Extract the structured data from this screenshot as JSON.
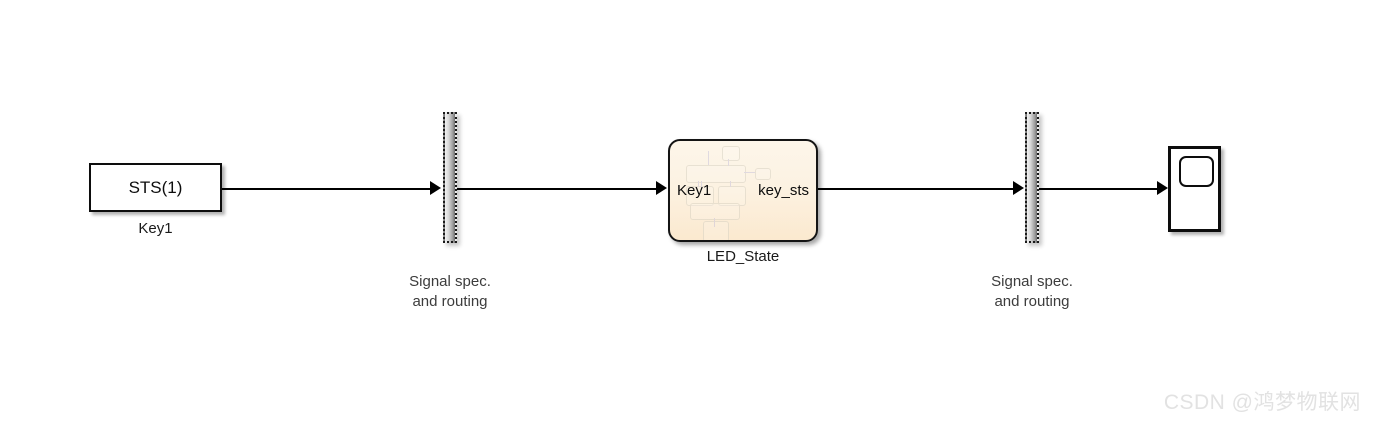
{
  "diagram": {
    "type": "simulink-block-diagram",
    "background_color": "#ffffff",
    "blocks": [
      {
        "id": "source",
        "kind": "source-block",
        "text": "STS(1)",
        "label": "Key1",
        "border_color": "#0d0d0d",
        "fill_color": "#ffffff"
      },
      {
        "id": "routing_left",
        "kind": "signal-routing-bar",
        "label_line1": "Signal spec.",
        "label_line2": "and routing",
        "fill": "gradient-gray"
      },
      {
        "id": "chart",
        "kind": "stateflow-chart",
        "label": "LED_State",
        "input_port": "Key1",
        "output_port": "key_sts",
        "fill_color": "#fbecd6",
        "border_color": "#141414"
      },
      {
        "id": "routing_right",
        "kind": "signal-routing-bar",
        "label_line1": "Signal spec.",
        "label_line2": "and routing",
        "fill": "gradient-gray"
      },
      {
        "id": "scope",
        "kind": "scope-block",
        "label": "",
        "border_color": "#0d0d0d",
        "fill_color": "#ffffff"
      }
    ],
    "signal_lines": [
      {
        "from": "source",
        "to": "routing_left"
      },
      {
        "from": "routing_left",
        "to": "chart"
      },
      {
        "from": "chart",
        "to": "routing_right"
      },
      {
        "from": "routing_right",
        "to": "scope"
      }
    ]
  },
  "watermark": {
    "text": "CSDN @鸿梦物联网",
    "color": "#e2e2e2"
  }
}
